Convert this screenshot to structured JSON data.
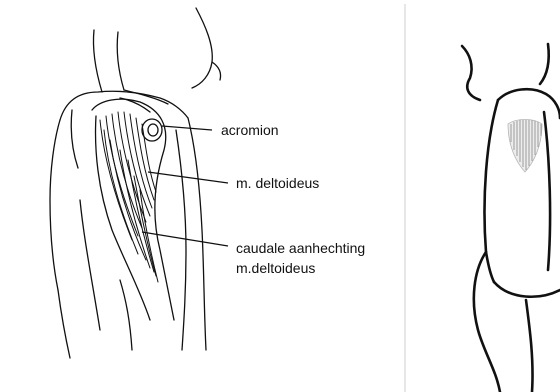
{
  "labels": {
    "acromion": "acromion",
    "deltoideus": "m. deltoideus",
    "caudale_line1": "caudale aanhechting",
    "caudale_line2": "m.deltoideus"
  },
  "colors": {
    "ink": "#111111",
    "divider": "#cfcfcf",
    "injection_mark": "#9a9a9a",
    "background": "#ffffff"
  }
}
